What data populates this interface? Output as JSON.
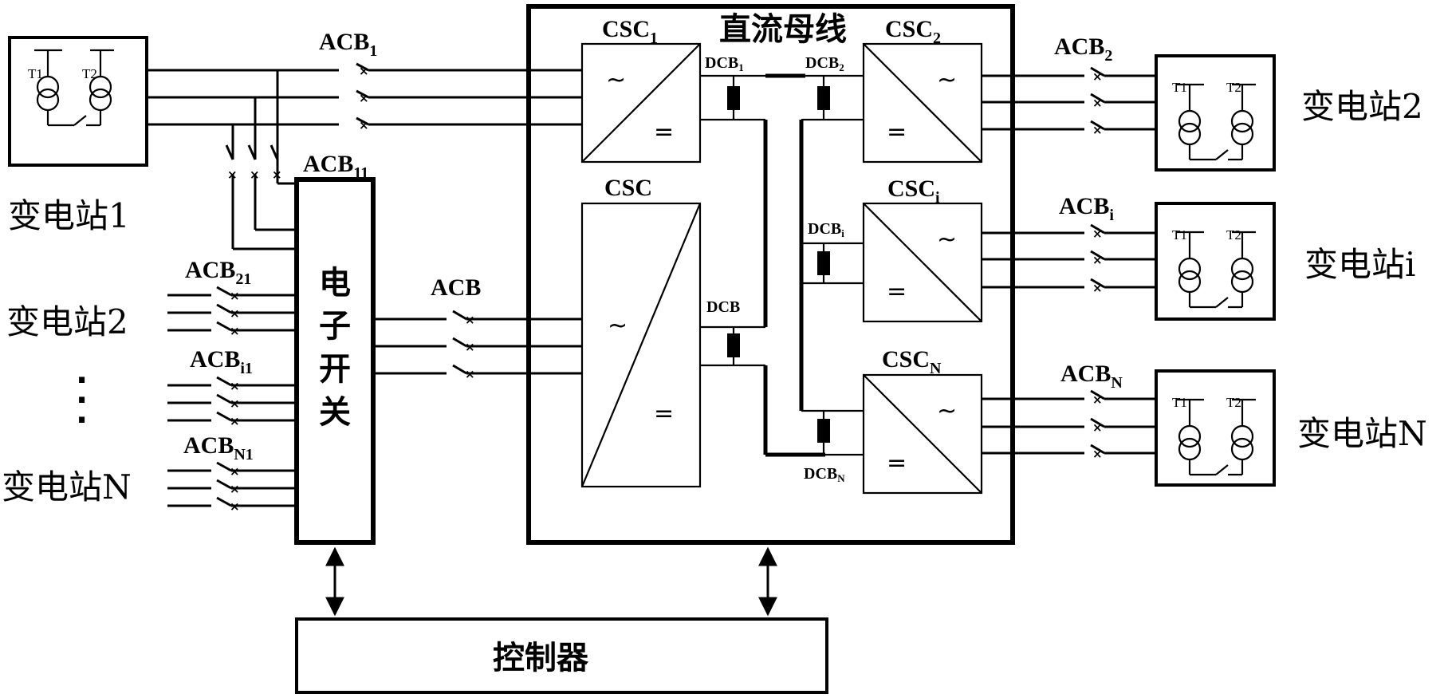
{
  "labels": {
    "dc_bus": "直流母线",
    "csc1": "CSC",
    "csc1_sub": "1",
    "csc2": "CSC",
    "csc2_sub": "2",
    "csci": "CSC",
    "csci_sub": "i",
    "cscn": "CSC",
    "cscn_sub": "N",
    "csc": "CSC",
    "acb1": "ACB",
    "acb1_sub": "1",
    "acb11": "ACB",
    "acb11_sub": "11",
    "acb21": "ACB",
    "acb21_sub": "21",
    "acbi1": "ACB",
    "acbi1_sub": "i1",
    "acbn1": "ACB",
    "acbn1_sub": "N1",
    "acb": "ACB",
    "acb2": "ACB",
    "acb2_sub": "2",
    "acbi": "ACB",
    "acbi_sub": "i",
    "acbn": "ACB",
    "acbn_sub": "N",
    "dcb1": "DCB",
    "dcb1_sub": "1",
    "dcb2": "DCB",
    "dcb2_sub": "2",
    "dcbi": "DCB",
    "dcbi_sub": "i",
    "dcbn": "DCB",
    "dcbn_sub": "N",
    "dcb": "DCB",
    "sub1": "变电站1",
    "sub2_left": "变电站2",
    "subn_left": "变电站N",
    "dots": "·",
    "switch_1": "电",
    "switch_2": "子",
    "switch_3": "开",
    "switch_4": "关",
    "controller": "控制器",
    "sub2_right": "变电站2",
    "subi_right": "变电站i",
    "subn_right": "变电站N",
    "t1": "T1",
    "t2": "T2",
    "ac_symbol": "~",
    "dc_symbol": "="
  }
}
